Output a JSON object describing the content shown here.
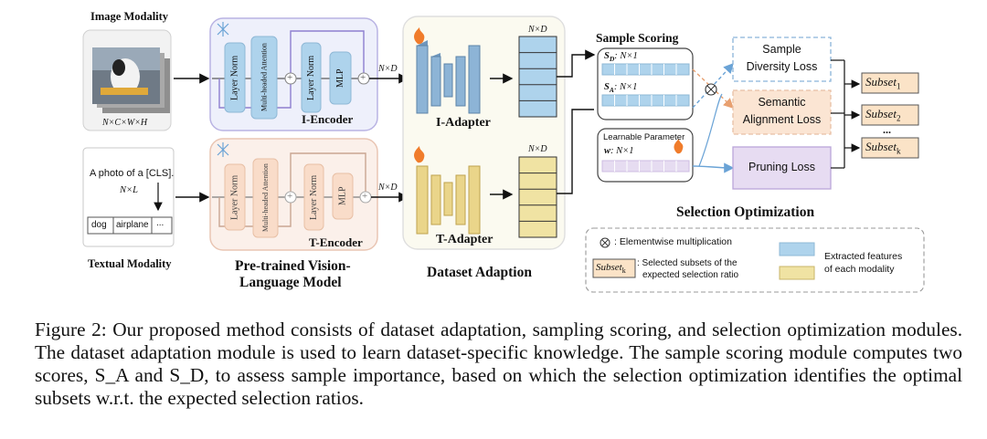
{
  "colors": {
    "image_blue": "#aed3ec",
    "text_yellow": "#f0e3a3",
    "i_encoder_bg": "#eef0fb",
    "i_encoder_border": "#b9b3e3",
    "t_encoder_bg": "#fbf0ea",
    "t_encoder_border": "#e9c5b3",
    "adapter_blue": "#7fa6c9",
    "adapter_yellow": "#e5cd7a",
    "diversity_border": "#8ab4d9",
    "alignment_bg": "#fbe5d3",
    "pruning_bg": "#e7dcf2",
    "subset_bg": "#fbe3c7",
    "lavender": "#e6dcf1"
  },
  "icons": {
    "snowflake": "snowflake-icon",
    "fire": "fire-icon",
    "otimes": "otimes-icon"
  },
  "image_modality": {
    "title": "Image Modality",
    "dims": "N×C×W×H"
  },
  "textual_modality": {
    "title": "Textual Modality",
    "prompt": "A photo of a [CLS].",
    "dims": "N×L",
    "classes": [
      "dog",
      "airplane",
      "..."
    ]
  },
  "i_encoder": {
    "name": "I-Encoder",
    "layer_norm_1": "Layer Norm",
    "attention": "Multi-headed Attention",
    "layer_norm_2": "Layer Norm",
    "mlp": "MLP",
    "plus": "+",
    "out_dims": "N×D"
  },
  "t_encoder": {
    "name": "T-Encoder",
    "layer_norm_1": "Layer Norm",
    "attention": "Multi-headed Attention",
    "layer_norm_2": "Layer Norm",
    "mlp": "MLP",
    "plus": "+",
    "out_dims": "N×D"
  },
  "pretrained_label": [
    "Pre-trained Vision-",
    "Language Model"
  ],
  "dataset_adaption": {
    "title": "Dataset Adaption",
    "i_adapter": "I-Adapter",
    "t_adapter": "T-Adapter",
    "i_feat_dims": "N×D",
    "t_feat_dims": "N×D"
  },
  "sample_scoring": {
    "title": "Sample Scoring",
    "sd_label": "S",
    "sd_sub": "D",
    "sd_dims": ": N×1",
    "sa_label": "S",
    "sa_sub": "A",
    "sa_dims": ": N×1",
    "learnable": "Learnable Parameter",
    "w_label": "w",
    "w_dims": ": N×1"
  },
  "losses": {
    "diversity": [
      "Sample",
      "Diversity Loss"
    ],
    "alignment": [
      "Semantic",
      "Alignment Loss"
    ],
    "pruning": "Pruning Loss"
  },
  "subsets": [
    {
      "text": "Subset",
      "sub": "1"
    },
    {
      "text": "Subset",
      "sub": "2"
    },
    {
      "text": "Subset",
      "sub": "k"
    }
  ],
  "subset_ellipsis": "...",
  "selection_optimization": "Selection Optimization",
  "legend": {
    "otimes_text": ": Elementwise multiplication",
    "subset_text": "Subset",
    "subset_sub": "k",
    "subset_desc": [
      ": Selected subsets of the",
      "expected selection ratio"
    ],
    "features_desc": [
      "Extracted features",
      "of each modality"
    ]
  },
  "caption": {
    "label": "Figure 2:",
    "text": "Our proposed method consists of dataset adaptation, sampling scoring, and selection optimization modules. The dataset adaptation module is used to learn dataset-specific knowledge. The sample scoring module computes two scores, S_A and S_D, to assess sample importance, based on which the selection optimization identifies the optimal subsets w.r.t. the expected selection ratios."
  }
}
